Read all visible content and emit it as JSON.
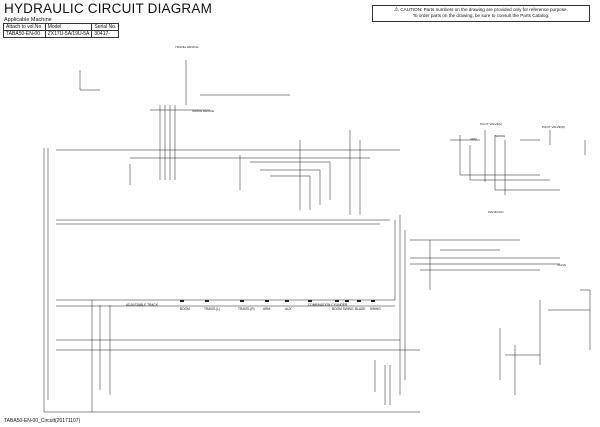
{
  "header": {
    "title": "HYDRAULIC CIRCUIT DIAGRAM",
    "subtitle": "Applicable Machine",
    "table": {
      "headers": [
        "Attach to vol.No.",
        "Model",
        "Serial No."
      ],
      "values": [
        "TABA50-EN-00",
        "ZX17U-5A/19U-5A",
        "30417-"
      ]
    }
  },
  "caution": {
    "line1": "CAUTION: Parts numbers on the drawing are provided only for reference purpose.",
    "line2": "To order parts on the drawing, be sure to consult the Parts Catalog."
  },
  "footer": "TABA50-EN-00_Circuit(20171107)",
  "labels": {
    "adjustable_track": "ADJUSTABLE TRACK",
    "boom": "BOOM",
    "travel_l": "TRAVEL(L)",
    "travel_r": "TRAVEL(R)",
    "arm": "ARM",
    "aux": "AUX",
    "combination_cylinder": "COMBINATION CYLINDER",
    "boom_swing": "BOOM SWING",
    "blade": "BLADE",
    "swing": "SWING",
    "pilot_valve_l": "PILOT VALVE(L)",
    "pilot_valve_r": "PILOT VALVE(R)",
    "manifold": "MANIFOLD",
    "valve": "VALVE",
    "arm_small": "ARM",
    "travel_device": "TRAVEL DEVICE",
    "swing_device": "SWING DEVICE"
  }
}
